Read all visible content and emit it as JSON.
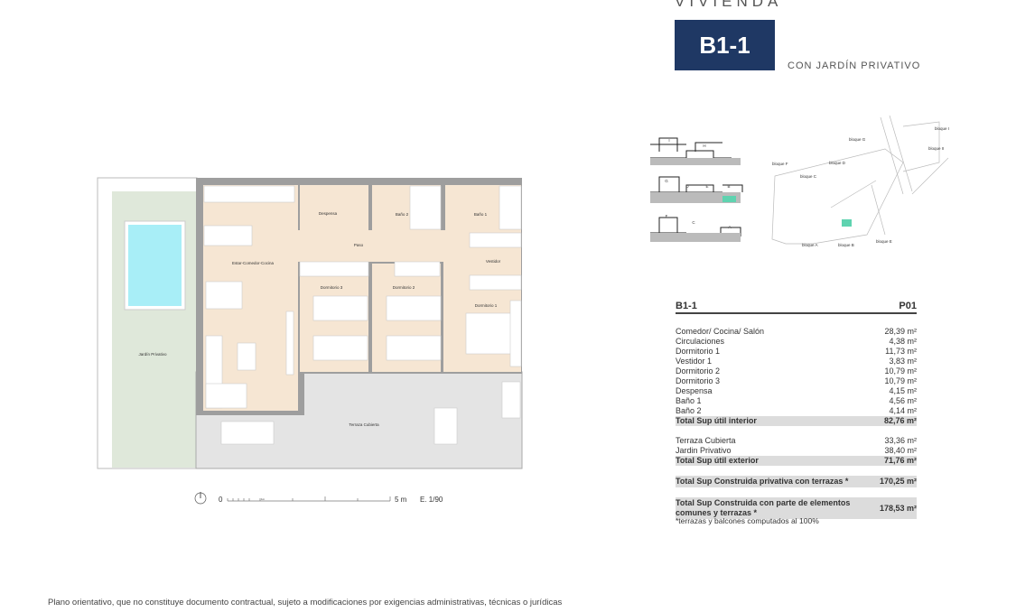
{
  "header": {
    "eyebrow": "VIVIENDA",
    "unit": "B1-1",
    "subtitle": "CON JARDÍN PRIVATIVO",
    "badge_color": "#1f3864"
  },
  "floorplan": {
    "rooms": [
      "Despensa",
      "Baño 2",
      "Baño 1",
      "Paso",
      "Estar-Comedor-Cocina",
      "Vestidor",
      "Dormitorio 3",
      "Dormitorio 2",
      "Dormitorio 1",
      "Jardín Privativo",
      "Terraza Cubierta"
    ],
    "scale": {
      "zero": "0",
      "one": "1m",
      "five": "5 m",
      "ratio": "E. 1/90"
    }
  },
  "site": {
    "sections": [
      "I",
      "H",
      "G",
      "D",
      "E",
      "B",
      "F",
      "C",
      "A"
    ],
    "blocks": [
      "bloque I",
      "bloque II",
      "bloque G",
      "bloque D",
      "bloque F",
      "bloque C",
      "bloque A",
      "bloque B",
      "bloque E"
    ],
    "highlight_color": "#5fd3b0"
  },
  "table": {
    "unit": "B1-1",
    "floor": "P01",
    "interior": [
      [
        "Comedor/ Cocina/ Salón",
        "28,39 m²"
      ],
      [
        "Circulaciones",
        "4,38 m²"
      ],
      [
        "Dormitorio 1",
        "11,73 m²"
      ],
      [
        "Vestidor 1",
        "3,83 m²"
      ],
      [
        "Dormitorio 2",
        "10,79 m²"
      ],
      [
        "Dormitorio 3",
        "10,79 m²"
      ],
      [
        "Despensa",
        "4,15 m²"
      ],
      [
        "Baño 1",
        "4,56 m²"
      ],
      [
        "Baño 2",
        "4,14 m²"
      ]
    ],
    "interior_total": [
      "Total Sup útil interior",
      "82,76 m²"
    ],
    "exterior": [
      [
        "Terraza Cubierta",
        "33,36 m²"
      ],
      [
        "Jardin Privativo",
        "38,40 m²"
      ]
    ],
    "exterior_total": [
      "Total Sup útil exterior",
      "71,76 m²"
    ],
    "built_private": [
      "Total Sup Construida privativa con terrazas *",
      "170,25 m²"
    ],
    "built_common": [
      "Total Sup Construida con parte de elementos comunes y terrazas *",
      "178,53 m²"
    ],
    "note": "*terrazas y balcones computados al 100%"
  },
  "footer": "Plano orientativo, que no constituye documento contractual, sujeto a modificaciones por exigencias administrativas, técnicas o jurídicas"
}
